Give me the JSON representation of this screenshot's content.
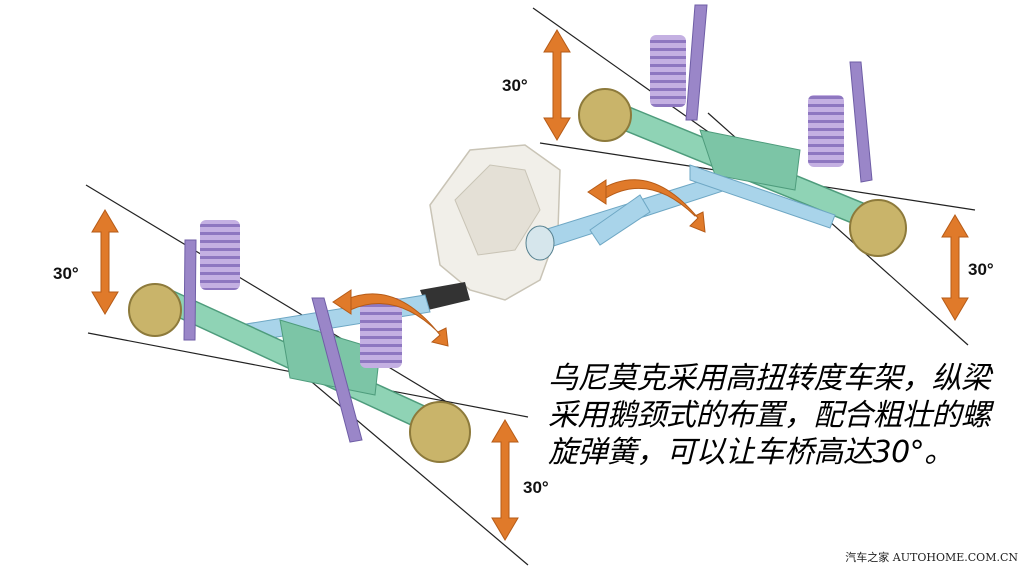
{
  "diagram": {
    "angle_labels": [
      "30°",
      "30°",
      "30°",
      "30°"
    ],
    "caption_lines": [
      "乌尼莫克采用高扭转度车架，纵梁",
      "采用鹅颈式的布置，配合粗壮的螺",
      "旋弹簧，可以让车桥高达30°。"
    ],
    "watermark": "汽车之家 AUTOHOME.COM.CN",
    "colors": {
      "axle": "#8fd3b5",
      "axle_dark": "#4e9c7c",
      "spring": "#b39bd6",
      "damper": "#9a86c8",
      "driveshaft": "#a9d4ea",
      "hub": "#c9b46a",
      "arrow": "#e07a2a",
      "gearbox": "#f1efe9"
    }
  }
}
